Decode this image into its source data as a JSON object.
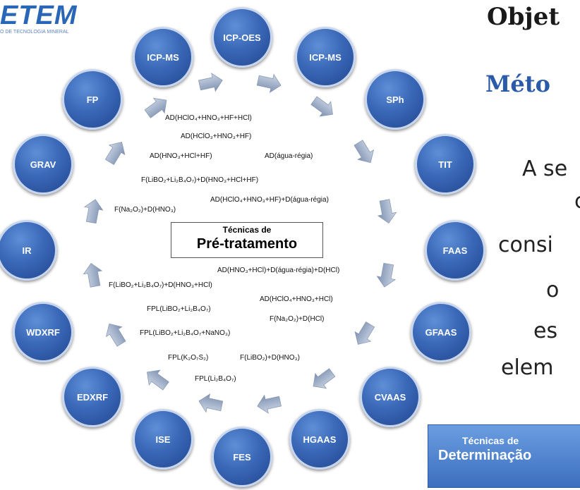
{
  "logo": {
    "wordmark": "ETEM",
    "subtitle": "O DE TECNOLOGIA MINERAL"
  },
  "headings": {
    "title": "Objet",
    "method": "Méto"
  },
  "body_lines": [
    "A se",
    "c",
    "consi",
    "o",
    "es",
    "elem"
  ],
  "center": {
    "small": "Técnicas de",
    "big": "Pré-tratamento"
  },
  "determination": {
    "small": "Técnicas de",
    "big": "Determinação"
  },
  "nodes": [
    {
      "id": "icp-oes",
      "label": "ICP-OES"
    },
    {
      "id": "icp-ms-right",
      "label": "ICP-MS"
    },
    {
      "id": "sph",
      "label": "SPh"
    },
    {
      "id": "tit",
      "label": "TIT"
    },
    {
      "id": "faas",
      "label": "FAAS"
    },
    {
      "id": "gfaas",
      "label": "GFAAS"
    },
    {
      "id": "cvaas",
      "label": "CVAAS"
    },
    {
      "id": "hgaas",
      "label": "HGAAS"
    },
    {
      "id": "fes",
      "label": "FES"
    },
    {
      "id": "ise",
      "label": "ISE"
    },
    {
      "id": "edxrf",
      "label": "EDXRF"
    },
    {
      "id": "wdxrf",
      "label": "WDXRF"
    },
    {
      "id": "ir",
      "label": "IR"
    },
    {
      "id": "grav",
      "label": "GRAV"
    },
    {
      "id": "fp",
      "label": "FP"
    },
    {
      "id": "icp-ms-left",
      "label": "ICP-MS"
    }
  ],
  "formulas": [
    "AD(HClO₄+HNO₃+HF+HCl)",
    "AD(HClO₃+HNO₃+HF)",
    "AD(HNO₃+HCl+HF)",
    "AD(água-régia)",
    "F(LiBO₂+Li₂B₄O₇)+D(HNO₃+HCl+HF)",
    "AD(HClO₄+HNO₃+HF)+D(água-régia)",
    "F(Na₂O₂)+D(HNO₃)",
    "AD(HNO₃+HCl)+D(água-régia)+D(HCl)",
    "F(LiBO₂+Li₂B₄O₇)+D(HNO₃+HCl)",
    "AD(HClO₄+HNO₃+HCl)",
    "FPL(LiBO₂+Li₂B₄O₇)",
    "F(Na₂O₂)+D(HCl)",
    "FPL(LiBO₂+Li₂B₄O₇+NaNO₃)",
    "FPL(K₂O₇S₂)",
    "F(LiBO₂)+D(HNO₃)",
    "FPL(Li₂B₄O₇)"
  ]
}
